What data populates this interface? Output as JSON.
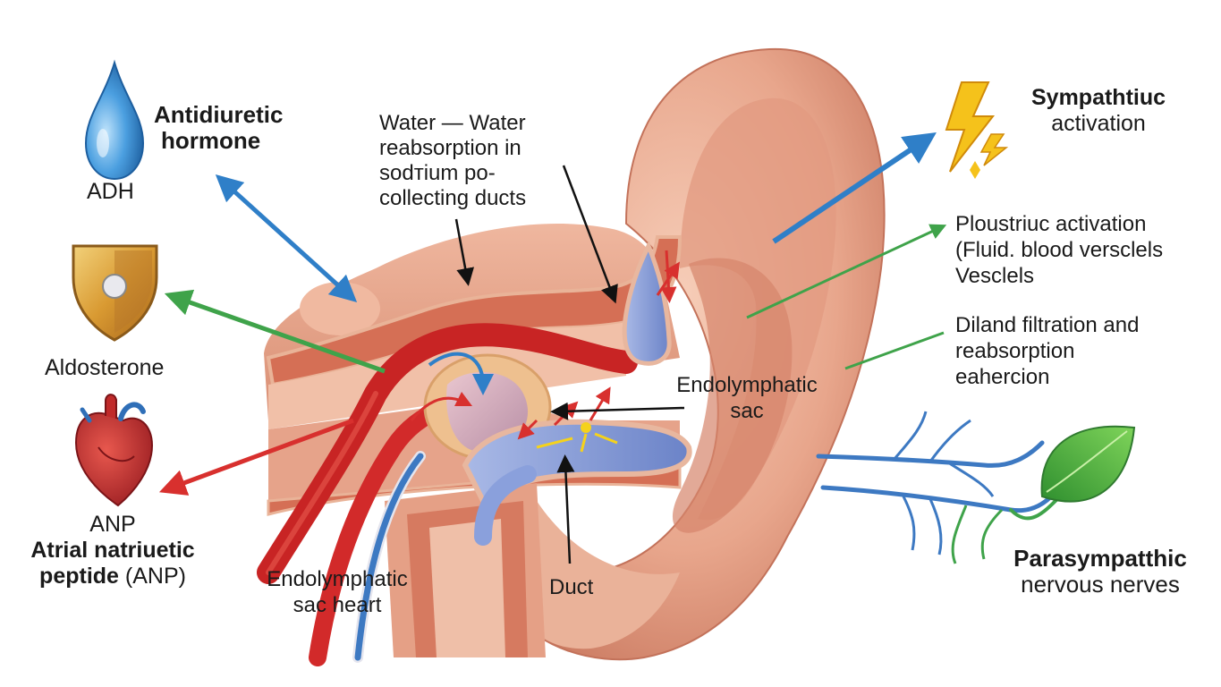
{
  "labels": {
    "adh": {
      "title_lines": [
        "Antidiuretic",
        "hormone"
      ],
      "abbr": "ADH"
    },
    "aldosterone": {
      "text": "Aldosterone"
    },
    "anp": {
      "abbr": "ANP",
      "line1": "Atrial natriuetic",
      "line2_bold": "peptide",
      "line2_rest": " (ANP)"
    },
    "water": {
      "lines": [
        "Water — Water",
        "reabsorption in",
        "sodтium po-",
        "collecting ducts"
      ]
    },
    "sympathetic": {
      "lines": [
        "Sympathtiuc",
        "activation"
      ]
    },
    "ploustriuc": {
      "lines": [
        "Ploustriuc activation",
        "(Fluid. blood versclels",
        "Vesclels"
      ]
    },
    "diland": {
      "lines": [
        "Diland filtration and",
        "reabsorption",
        "eahercion"
      ]
    },
    "endolymphatic_sac": {
      "lines": [
        "Endolymphatic",
        "sac"
      ]
    },
    "endolymphatic_heart": {
      "lines": [
        "Endolymphatic",
        "sac heart"
      ]
    },
    "duct": {
      "text": "Duct"
    },
    "parasympathetic": {
      "lines": [
        "Parasympatthic",
        "nervous nerves"
      ]
    }
  },
  "colors": {
    "skin": "#e7a58c",
    "skin_dark": "#c97a62",
    "skin_light": "#f4c7b2",
    "tissue": "#d7785e",
    "artery": "#d22a2a",
    "vein_blue": "#3d79c2",
    "arrow_blue": "#2f7fc8",
    "arrow_green": "#3fa34a",
    "arrow_red": "#d8302e",
    "drop": "#3b8fd6",
    "shield": "#d9a43a",
    "bolt": "#f5c21b",
    "leaf": "#3fae3f"
  },
  "icons": [
    "water-drop-icon",
    "shield-icon",
    "heart-icon",
    "lightning-icon",
    "leaf-icon",
    "nerve-branches-icon"
  ]
}
